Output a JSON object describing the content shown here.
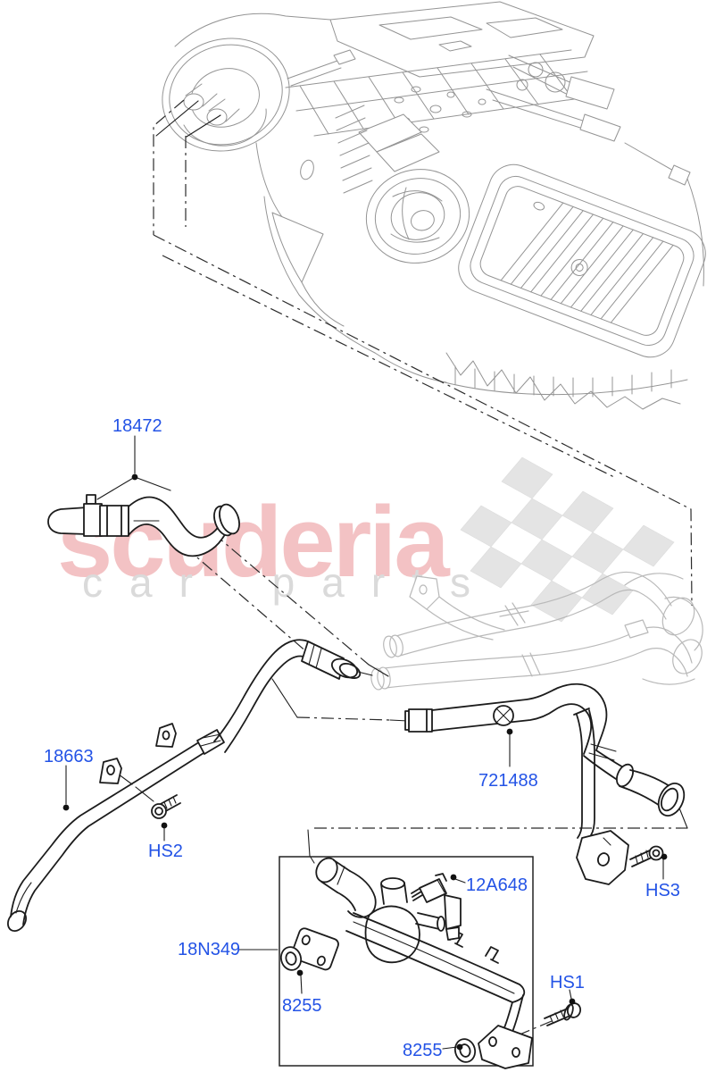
{
  "page": {
    "background_color": "#ffffff"
  },
  "watermark": {
    "brand": "scuderia",
    "tagline": "car parts",
    "brand_color": "#f3c2c4",
    "tagline_color": "#dadada",
    "flag_color": "#e4e4e4"
  },
  "labels": {
    "color": "#2353e6",
    "hose_18472": "18472",
    "pipe_18663": "18663",
    "screw_hs2": "HS2",
    "pipe_721488": "721488",
    "screw_hs3": "HS3",
    "valve_12a648": "12A648",
    "manifold_18n349": "18N349",
    "seal_8255_left": "8255",
    "seal_8255_bottom": "8255",
    "bolt_hs1": "HS1"
  }
}
